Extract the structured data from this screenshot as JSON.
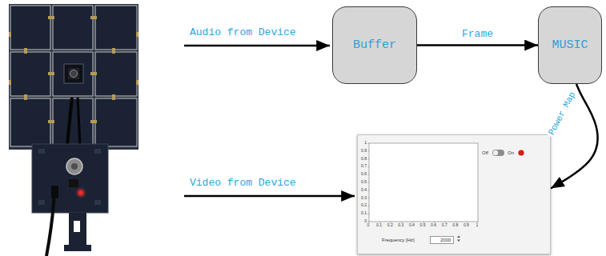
{
  "diagram": {
    "nodes": [
      {
        "text": [
          "Buffer"
        ]
      },
      {
        "text": [
          "MUSIC"
        ]
      },
      {
        "text": [
          "Off",
          "On",
          "Frequency [Hz]",
          "2000"
        ]
      }
    ],
    "edges": [
      {
        "from": 0,
        "to": 1,
        "arrow": "to",
        "label": "Frame"
      },
      {
        "from": 1,
        "to": 2,
        "arrow": "to",
        "label": "Power Map"
      }
    ],
    "labels": [
      "Audio from Device",
      "Video from Device",
      "0",
      "0.1",
      "0.2",
      "0.3",
      "0.4",
      "0.5",
      "0.6",
      "0.7",
      "0.8",
      "0.9",
      "1",
      "0",
      "0.1",
      "0.2",
      "0.3",
      "0.4",
      "0.5",
      "0.6",
      "0.7",
      "0.8",
      "0.9",
      "1"
    ]
  }
}
